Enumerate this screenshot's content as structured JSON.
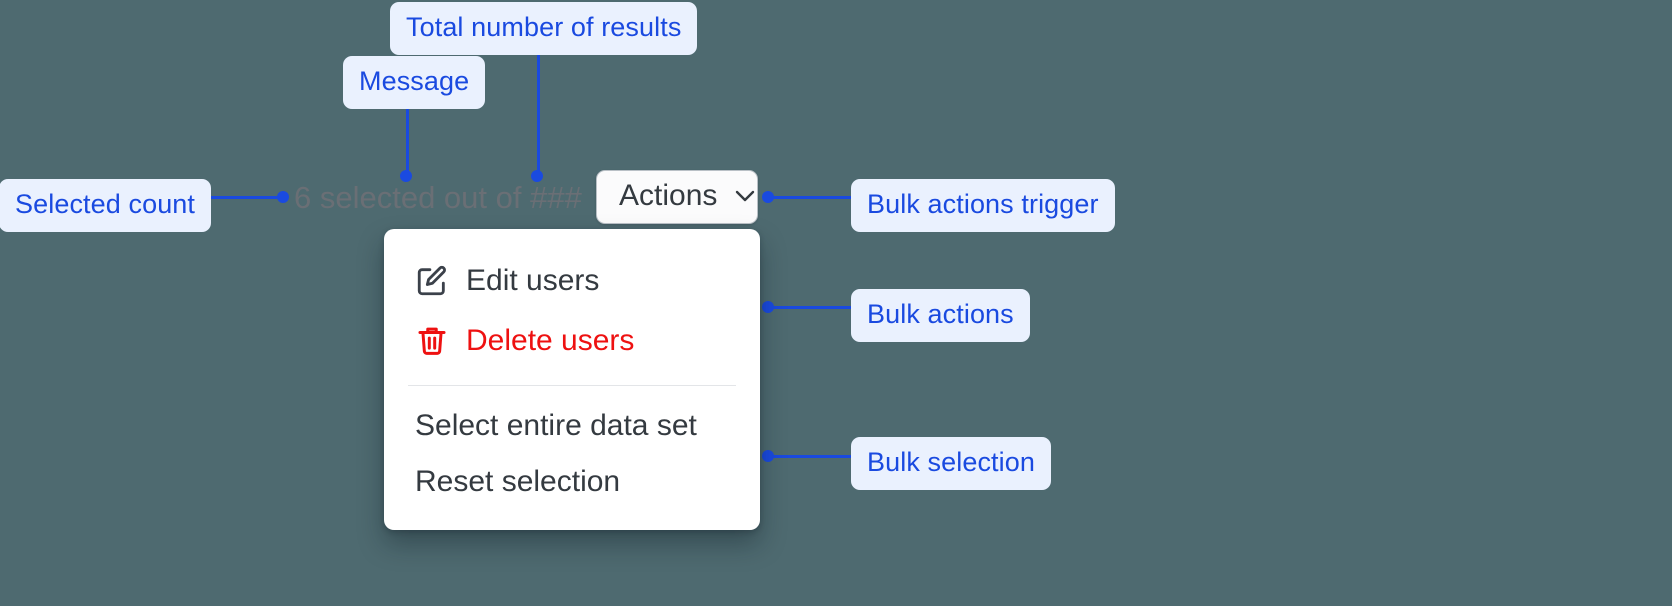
{
  "theme": {
    "background": "#4e6a70",
    "annotation_color": "#1a4ae0",
    "annotation_chip_bg": "#eaf1fe",
    "menu_bg": "#ffffff",
    "danger_color": "#ee1111",
    "message_color": "#6a6f75"
  },
  "annotations": [
    {
      "id": "total-results",
      "label": "Total number of results"
    },
    {
      "id": "message",
      "label": "Message"
    },
    {
      "id": "selected-count",
      "label": "Selected count"
    },
    {
      "id": "bulk-actions-trigger",
      "label": "Bulk actions trigger"
    },
    {
      "id": "bulk-actions",
      "label": "Bulk actions"
    },
    {
      "id": "bulk-selection",
      "label": "Bulk selection"
    }
  ],
  "selection": {
    "count": "6",
    "message": "6 selected out of ###",
    "total_placeholder": "###"
  },
  "trigger": {
    "label": "Actions",
    "icon": "chevron-down-icon"
  },
  "menu": {
    "groups": [
      {
        "id": "bulk-actions",
        "items": [
          {
            "id": "edit-users",
            "label": "Edit users",
            "icon": "pencil-square-icon",
            "danger": false
          },
          {
            "id": "delete-users",
            "label": "Delete users",
            "icon": "trash-icon",
            "danger": true
          }
        ]
      },
      {
        "id": "bulk-selection",
        "items": [
          {
            "id": "select-entire-data-set",
            "label": "Select entire data set",
            "icon": null,
            "danger": false
          },
          {
            "id": "reset-selection",
            "label": "Reset selection",
            "icon": null,
            "danger": false
          }
        ]
      }
    ]
  }
}
